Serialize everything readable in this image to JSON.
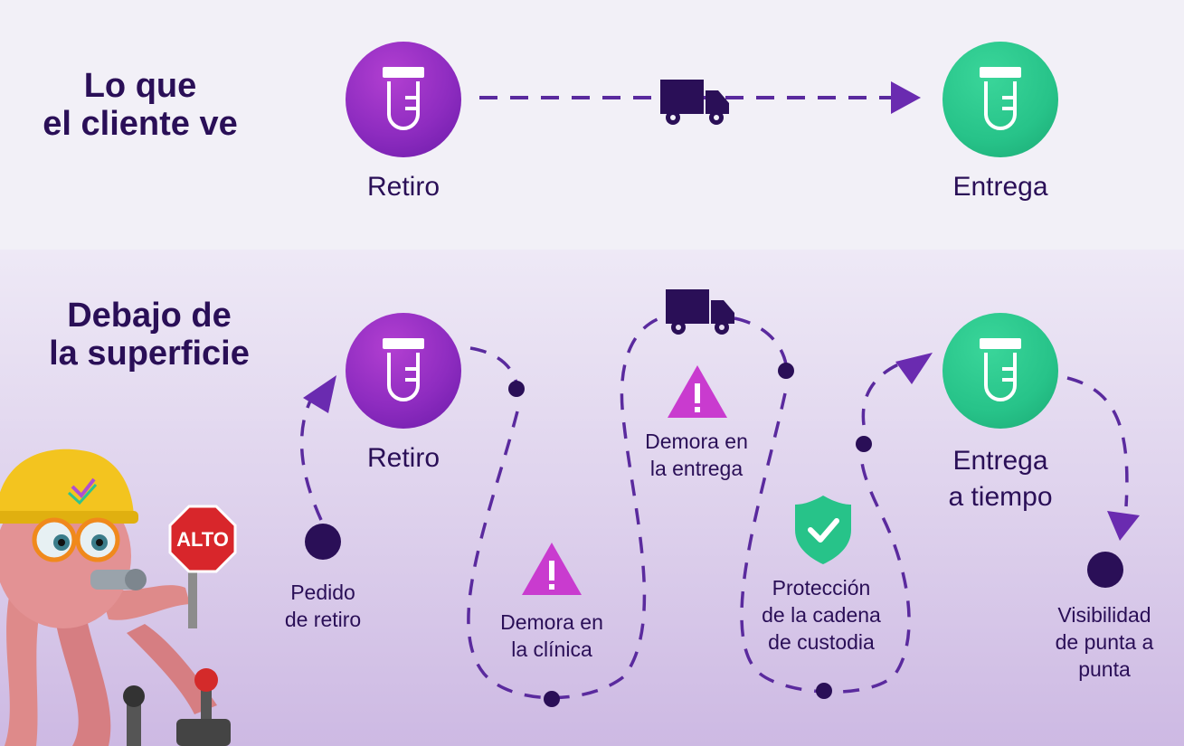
{
  "top": {
    "title_line1": "Lo que",
    "title_line2": "el cliente ve",
    "start_label": "Retiro",
    "end_label": "Entrega"
  },
  "bottom": {
    "title_line1": "Debajo de",
    "title_line2": "la superficie",
    "start_label": "Retiro",
    "end_label_line1": "Entrega",
    "end_label_line2": "a tiempo",
    "sign_text": "ALTO",
    "steps": [
      {
        "line1": "Pedido",
        "line2": "de retiro"
      },
      {
        "line1": "Demora en",
        "line2": "la clínica"
      },
      {
        "line1": "Demora en",
        "line2": "la entrega"
      },
      {
        "line1": "Protección",
        "line2": "de la cadena",
        "line3": "de custodia"
      },
      {
        "line1": "Visibilidad",
        "line2": "de punta a",
        "line3": "punta"
      }
    ]
  },
  "colors": {
    "navy": "#2a0f57",
    "purple": "#8e2cc0",
    "green": "#27c389",
    "warning_magenta": "#c93bcf",
    "dash_purple": "#6a2bb0",
    "top_bg": "#f2f0f7"
  },
  "icons": [
    "test-tube-icon",
    "truck-icon",
    "warning-icon",
    "shield-check-icon",
    "arrow-head-icon",
    "octopus-mascot"
  ]
}
